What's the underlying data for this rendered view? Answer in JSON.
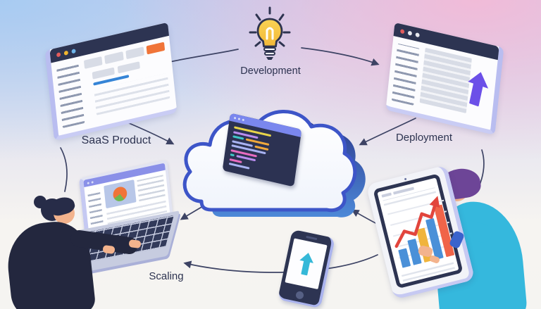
{
  "illustration": {
    "subject": "SaaS product development lifecycle",
    "style": "isometric pastel illustration"
  },
  "labels": {
    "development": "Development",
    "saas_product": "SaaS Product",
    "deployment": "Deployment",
    "scaling": "Scaling"
  },
  "nodes": [
    {
      "id": "idea",
      "label": "Development",
      "icon": "lightbulb-icon",
      "position": "top-center"
    },
    {
      "id": "saas-product",
      "label": "SaaS Product",
      "icon": "browser-window-icon",
      "position": "top-left"
    },
    {
      "id": "deployment",
      "label": "Deployment",
      "icon": "browser-upload-icon",
      "position": "top-right"
    },
    {
      "id": "cloud-platform",
      "label": "",
      "icon": "cloud-code-icon",
      "position": "center"
    },
    {
      "id": "scaling",
      "label": "Scaling",
      "icon": "laptop-user-icon",
      "position": "bottom-left"
    },
    {
      "id": "mobile-release",
      "label": "",
      "icon": "smartphone-upload-icon",
      "position": "bottom-center"
    },
    {
      "id": "analytics",
      "label": "",
      "icon": "tablet-chart-user-icon",
      "position": "bottom-right"
    }
  ],
  "edges": [
    {
      "from": "idea",
      "to": "saas-product",
      "style": "curved",
      "arrowhead": true
    },
    {
      "from": "idea",
      "to": "deployment",
      "style": "curved",
      "arrowhead": true
    },
    {
      "from": "saas-product",
      "to": "cloud-platform",
      "style": "straight",
      "arrowhead": true
    },
    {
      "from": "deployment",
      "to": "cloud-platform",
      "style": "straight",
      "arrowhead": true
    },
    {
      "from": "cloud-platform",
      "to": "scaling",
      "style": "straight",
      "arrowhead": true
    },
    {
      "from": "analytics",
      "to": "cloud-platform",
      "style": "straight",
      "arrowhead": true
    },
    {
      "from": "analytics",
      "to": "scaling",
      "style": "curved",
      "arrowhead": true
    },
    {
      "from": "saas-product",
      "to": "scaling",
      "style": "curved",
      "arrowhead": false
    },
    {
      "from": "deployment",
      "to": "analytics",
      "style": "curved",
      "arrowhead": false
    }
  ],
  "tablet_chart": {
    "type": "bar",
    "values_relative": [
      26,
      36,
      48,
      58,
      74
    ],
    "bar_colors": [
      "#4A90D8",
      "#4A90D8",
      "#F0B43C",
      "#4A90D8",
      "#F06449"
    ],
    "trend": "rising arrow"
  },
  "colors": {
    "background_blue": "#A9CDF1",
    "background_pink": "#F2C3DA",
    "background_bottom": "#F6F4F1",
    "arrow": "#3D4364",
    "label_text": "#2D3350",
    "bulb_yellow": "#F7C843",
    "window_bar_navy": "#2D3452",
    "window_edge_lavender": "#B9BDF0",
    "cloud_outline": "#3D55C8",
    "cloud_side_dark": "#2C3A8E",
    "cloud_side_light": "#4D89D8",
    "code_bar": "#7A87EE",
    "accent_orange": "#F07438",
    "accent_blue": "#3584D6",
    "upload_purple": "#6C50E8",
    "upload_teal": "#35B8D8",
    "chart_red": "#E2453C",
    "shirt_teal": "#35B8DD",
    "hair_purple": "#6D4597",
    "sweater_dark": "#23273E"
  }
}
